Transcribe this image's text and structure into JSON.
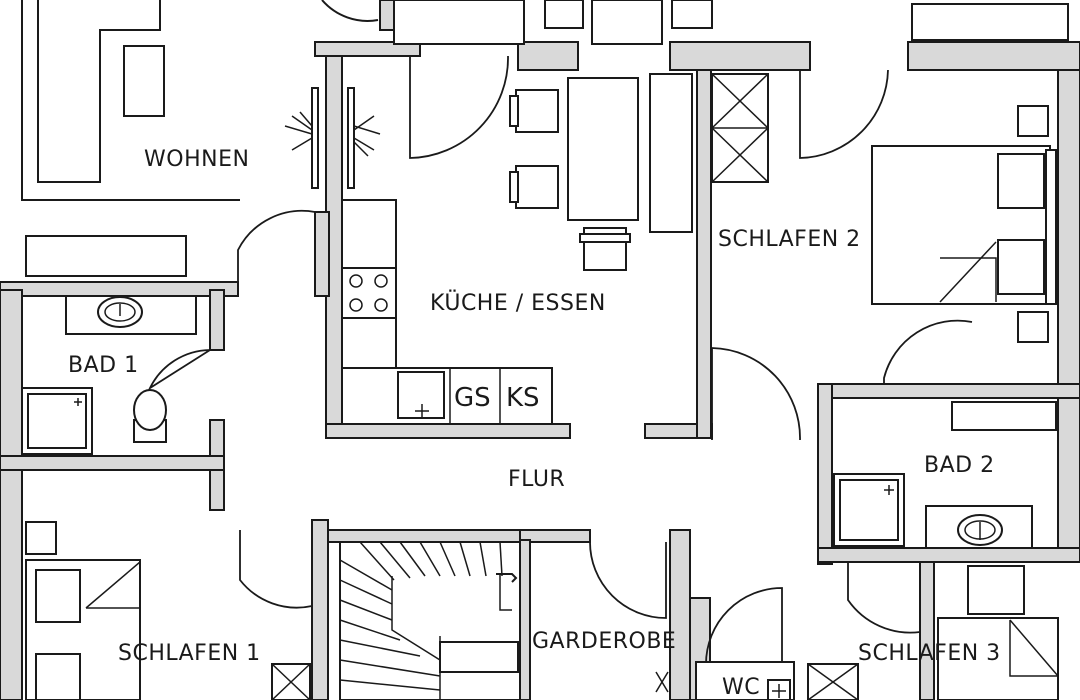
{
  "rooms": {
    "wohnen": "WOHNEN",
    "kueche": "KÜCHE / ESSEN",
    "schlafen2": "SCHLAFEN 2",
    "bad1": "BAD 1",
    "flur": "FLUR",
    "bad2": "BAD 2",
    "schlafen1": "SCHLAFEN 1",
    "garderobe": "GARDEROBE",
    "schlafen3": "SCHLAFEN 3",
    "wc": "WC"
  },
  "appliances": {
    "gs": "GS",
    "ks": "KS"
  }
}
